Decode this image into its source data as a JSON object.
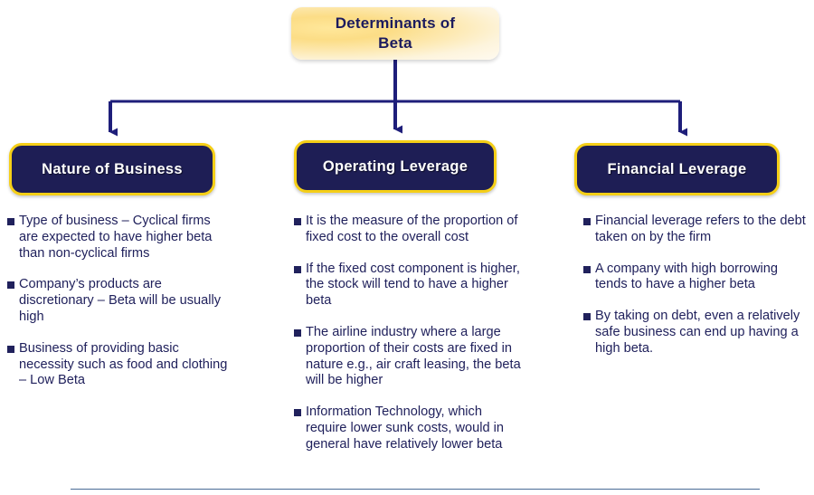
{
  "diagram": {
    "root": {
      "title": "Determinants of Beta",
      "title_line_1": "Determinants of",
      "title_line_2": "Beta"
    },
    "colors": {
      "root_fill_gold": "#fcdd86",
      "root_fill_cream": "#fffaf0",
      "box_fill_navy": "#1e1e55",
      "box_border_gold": "#f5cf17",
      "box_text": "#ffffff",
      "bullet_text": "#20215c",
      "connector": "#1e1e7a",
      "rule": "#4a6b96"
    },
    "connector_shape": "vertical-trunk-with-horizontal-bar-and-three-down-arrows",
    "branches": [
      {
        "id": "nature-of-business",
        "header": "Nature of Business",
        "bullets": [
          "Type of business – Cyclical firms are expected to have higher beta than non-cyclical firms",
          "Company’s products are discretionary – Beta will be usually high",
          "Business of providing basic necessity such as food and clothing – Low Beta"
        ]
      },
      {
        "id": "operating-leverage",
        "header": "Operating Leverage",
        "bullets": [
          "It is the measure of the proportion of fixed cost to the overall cost",
          "If the fixed cost component is higher, the stock will tend to have a higher beta",
          "The airline industry where a large proportion of their costs are fixed in nature e.g., air craft leasing, the beta will be higher",
          "Information Technology, which require lower sunk costs, would in general have relatively lower beta"
        ]
      },
      {
        "id": "financial-leverage",
        "header": "Financial Leverage",
        "bullets": [
          "Financial leverage refers to the debt taken on by the firm",
          "A company with high borrowing tends to have a higher beta",
          "By taking on debt, even a relatively safe business can end up having a high beta."
        ]
      }
    ]
  }
}
